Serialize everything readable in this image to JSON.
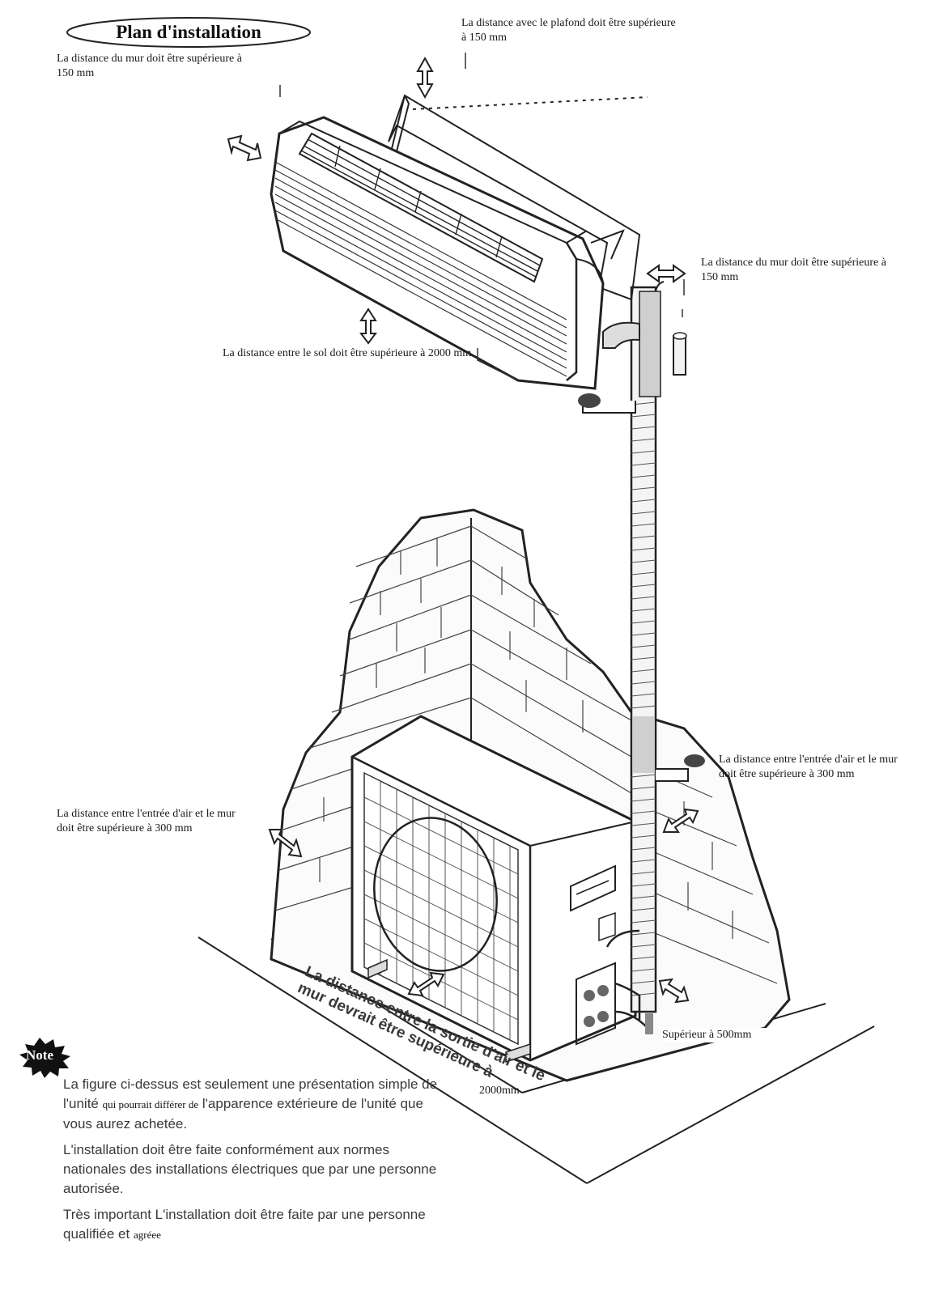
{
  "title": "Plan d'installation",
  "labels": {
    "wall_top_left": "La distance du mur doit être supérieure à 150 mm",
    "ceiling": "La distance avec le plafond doit être supérieure à 150 mm",
    "wall_right": "La distance du mur doit être supérieure à 150 mm",
    "floor": "La distance entre le sol doit être supérieure à 2000 mm",
    "air_inlet_right": "La distance entre l'entrée d'air et le mur doit être supérieure à 300 mm",
    "air_inlet_left": "La distance entre l'entrée d'air et le mur doit être supérieure à 300 mm",
    "over_500": "Supérieur à 500mm",
    "outlet_rotated": "La distance entre la sortie d'air et le mur devrait être supérieure à",
    "outlet_2000": "2000mm"
  },
  "note": {
    "badge": "Note",
    "p1_a": "La figure ci-dessus est seulement une présentation simple de l'unité",
    "p1_b": "qui pourrait différer de",
    "p1_c": "l'apparence extérieure de l'unité que vous aurez achetée.",
    "p2": "L'installation doit être faite conformément aux normes nationales des installations électriques que par une personne autorisée.",
    "p3_a": "Très important  L'installation doit être faite par une personne qualifiée et",
    "p3_b": "agréee"
  }
}
